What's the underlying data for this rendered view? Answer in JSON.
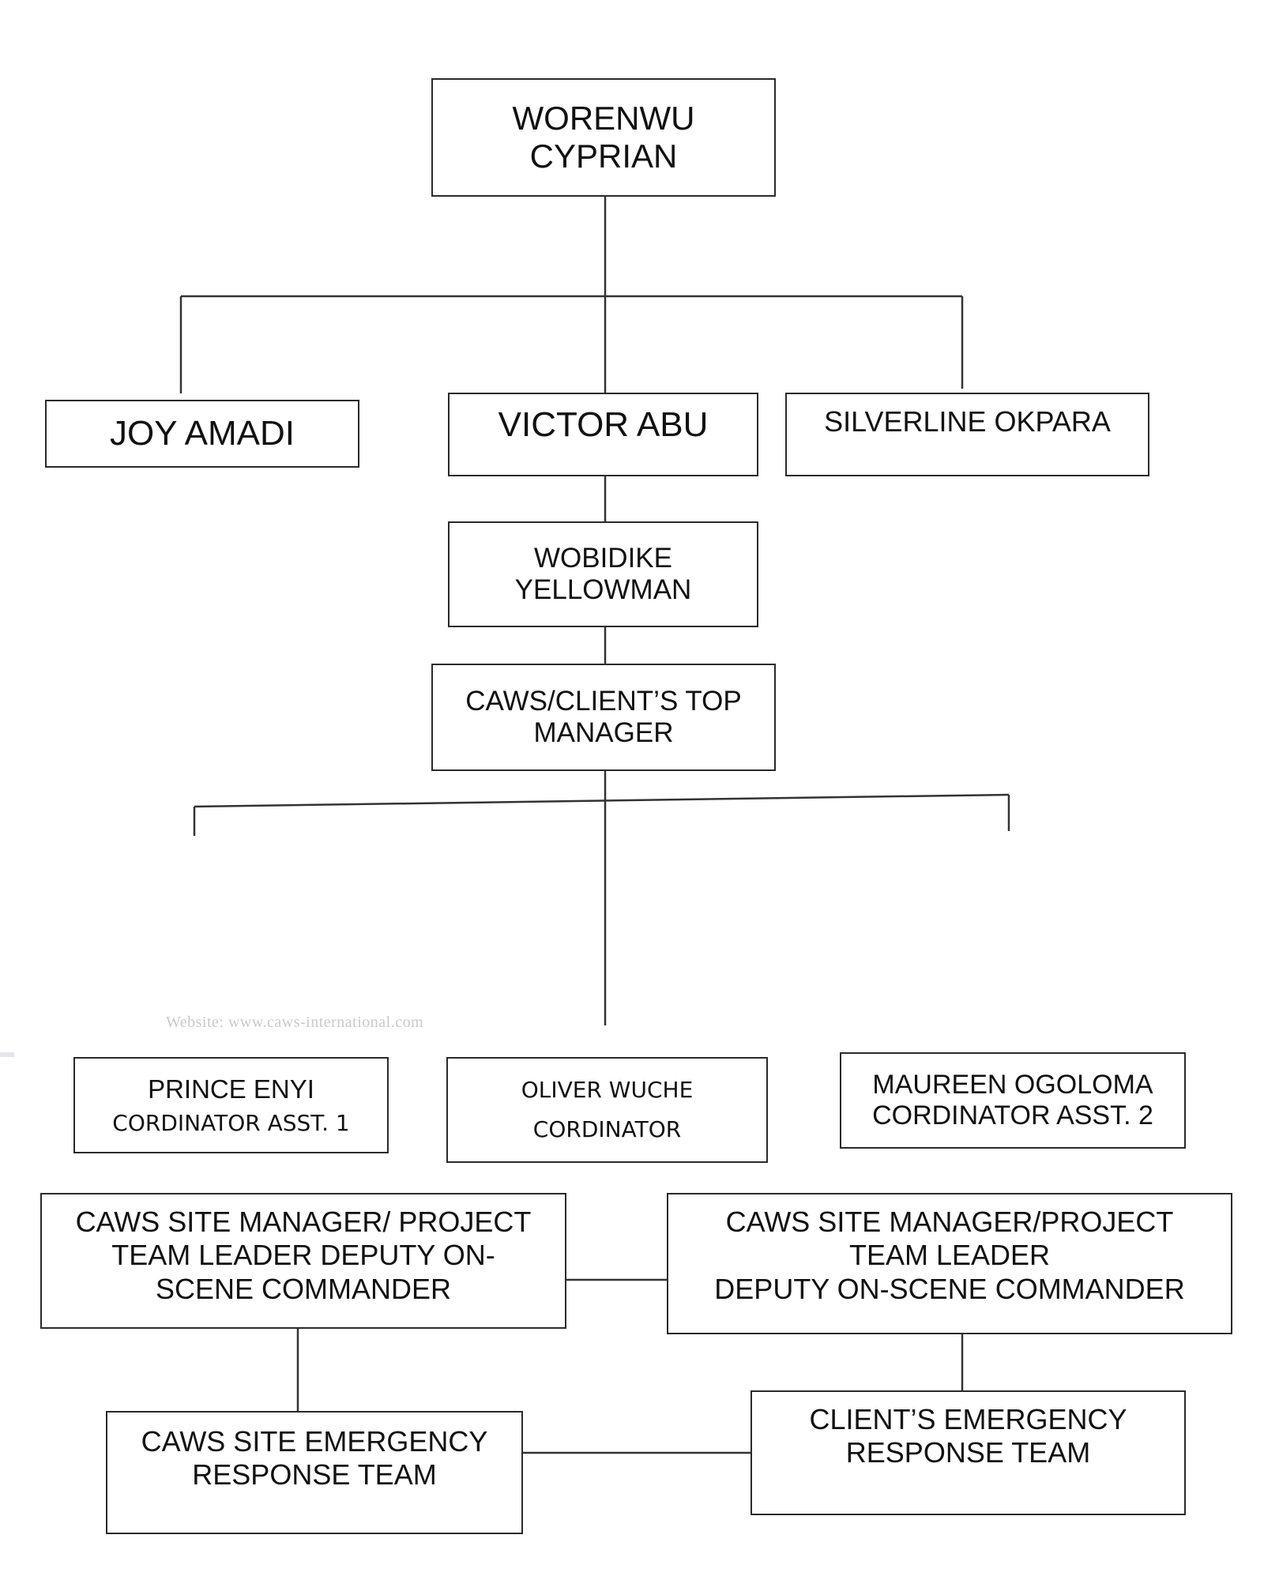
{
  "nodes": {
    "top": [
      "WORENWU",
      "CYPRIAN"
    ],
    "joy": "JOY AMADI",
    "victor": "VICTOR ABU",
    "silverline": "SILVERLINE OKPARA",
    "wobidike": [
      "WOBIDIKE",
      "YELLOWMAN"
    ],
    "caws_top": [
      "CAWS/CLIENT’S TOP",
      "MANAGER"
    ],
    "prince": [
      "PRINCE ENYI",
      "CORDINATOR ASST. 1"
    ],
    "oliver": [
      "OLIVER WUCHE",
      "CORDINATOR"
    ],
    "maureen": [
      "MAUREEN OGOLOMA",
      "CORDINATOR ASST. 2"
    ],
    "site_mgr_left": [
      "CAWS SITE MANAGER/ PROJECT",
      "TEAM LEADER DEPUTY ON-",
      "SCENE COMMANDER"
    ],
    "site_mgr_right": [
      "CAWS SITE MANAGER/PROJECT",
      "TEAM LEADER",
      "DEPUTY ON-SCENE COMMANDER"
    ],
    "caws_ert": [
      "CAWS SITE EMERGENCY",
      "RESPONSE TEAM"
    ],
    "client_ert": [
      "CLIENT’S EMERGENCY",
      "RESPONSE TEAM"
    ]
  },
  "faint_text": "Website: www.caws-international.com"
}
